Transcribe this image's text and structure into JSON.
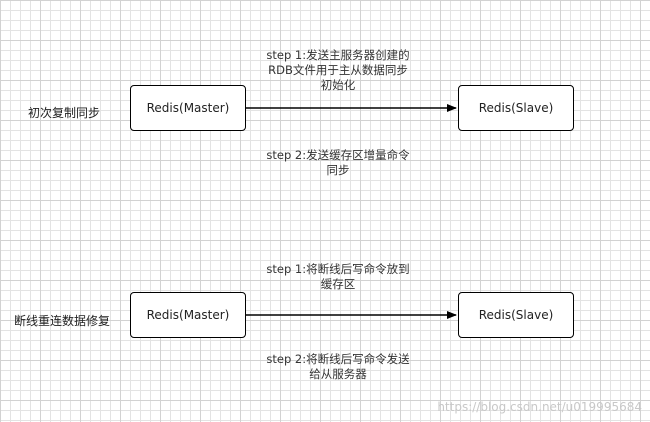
{
  "sections": [
    {
      "label": "初次复制同步",
      "master": "Redis(Master)",
      "slave": "Redis(Slave)",
      "step1": [
        "step 1:发送主服务器创建的",
        "RDB文件用于主从数据同步",
        "初始化"
      ],
      "step2": [
        "step 2:发送缓存区增量命令",
        "同步"
      ]
    },
    {
      "label": "断线重连数据修复",
      "master": "Redis(Master)",
      "slave": "Redis(Slave)",
      "step1": [
        "step 1:将断线后写命令放到",
        "缓存区"
      ],
      "step2": [
        "step 2:将断线后写命令发送",
        "给从服务器"
      ]
    }
  ],
  "watermark": "https://blog.csdn.net/u019995684",
  "colors": {
    "border": "#000000",
    "grid": "#e3e3e3",
    "text": "#333333"
  }
}
